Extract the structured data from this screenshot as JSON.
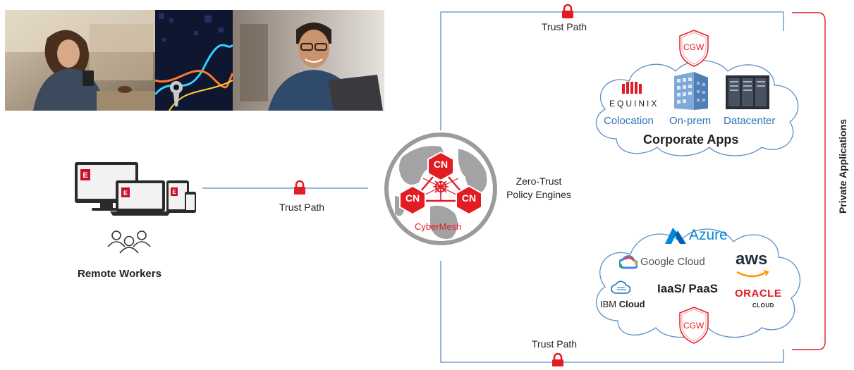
{
  "trust_path": {
    "top": "Trust Path",
    "middle": "Trust Path",
    "bottom": "Trust Path"
  },
  "remote": {
    "title": "Remote Workers",
    "device_logo": "E"
  },
  "mesh": {
    "name": "CyberMesh",
    "node_label": "CN",
    "policy_line1": "Zero-Trust",
    "policy_line2": "Policy Engines"
  },
  "gateway": {
    "label": "CGW"
  },
  "corporate": {
    "title": "Corporate Apps",
    "equinix": "EQUINIX",
    "items": [
      "Colocation",
      "On-prem",
      "Datacenter"
    ]
  },
  "cloud": {
    "title": "IaaS/ PaaS",
    "azure": "Azure",
    "google": "Google Cloud",
    "aws": "aws",
    "ibm_a": "IBM",
    "ibm_b": "Cloud",
    "oracle": "ORACLE",
    "oracle_sub": "CLOUD"
  },
  "side_label": "Private Applications",
  "colors": {
    "line": "#5b8fc7",
    "red": "#e31b23",
    "label_blue": "#2e74b5",
    "azure_blue": "#0089d6",
    "aws_orange": "#ff9900"
  }
}
